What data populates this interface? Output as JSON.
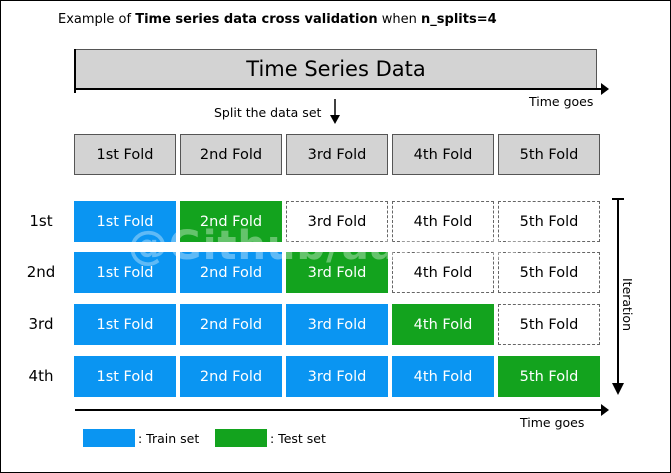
{
  "title": {
    "prefix": "Example of ",
    "bold": "Time series data cross validation",
    "middle": " when ",
    "param": "n_splits=4"
  },
  "banner_label": "Time Series Data",
  "time_goes_top": "Time goes",
  "split_label": "Split the data set",
  "folds": [
    "1st Fold",
    "2nd Fold",
    "3rd Fold",
    "4th Fold",
    "5th Fold"
  ],
  "iterations": [
    {
      "label": "1st",
      "roles": [
        "train",
        "test",
        "none",
        "none",
        "none"
      ]
    },
    {
      "label": "2nd",
      "roles": [
        "train",
        "train",
        "test",
        "none",
        "none"
      ]
    },
    {
      "label": "3rd",
      "roles": [
        "train",
        "train",
        "train",
        "test",
        "none"
      ]
    },
    {
      "label": "4th",
      "roles": [
        "train",
        "train",
        "train",
        "train",
        "test"
      ]
    }
  ],
  "iteration_label": "Iteration",
  "time_goes_bottom": "Time goes",
  "legend": {
    "train_label": ": Train set",
    "test_label": ": Test set"
  },
  "watermark": "@Github/aangtaro",
  "colors": {
    "train": "#0a95f2",
    "test": "#13a31e",
    "fold_gray": "#d3d3d3"
  }
}
